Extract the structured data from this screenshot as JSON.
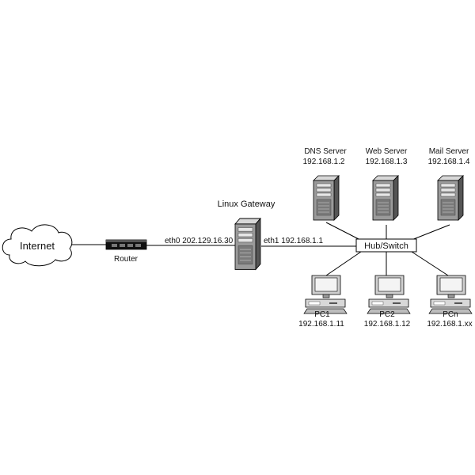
{
  "internet": {
    "label": "Internet"
  },
  "router": {
    "label": "Router"
  },
  "gateway": {
    "label": "Linux Gateway",
    "eth0": "eth0 202.129.16.30",
    "eth1": "eth1 192.168.1.1"
  },
  "switch": {
    "label": "Hub/Switch"
  },
  "servers": [
    {
      "name": "DNS Server",
      "ip": "192.168.1.2"
    },
    {
      "name": "Web Server",
      "ip": "192.168.1.3"
    },
    {
      "name": "Mail Server",
      "ip": "192.168.1.4"
    }
  ],
  "pcs": [
    {
      "name": "PC1",
      "ip": "192.168.1.11"
    },
    {
      "name": "PC2",
      "ip": "192.168.1.12"
    },
    {
      "name": "PCn",
      "ip": "192.168.1.xx"
    }
  ]
}
